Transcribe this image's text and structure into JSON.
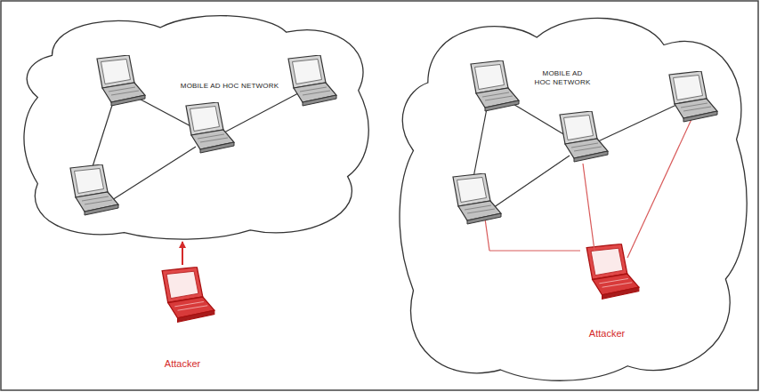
{
  "diagram": {
    "nodes": [
      {
        "text": [
          "MOBILE AD HOC NETWORK"
        ]
      },
      {
        "text": [
          "Attacker"
        ]
      },
      {
        "text": [
          "MOBILE AD HOC NETWORK"
        ]
      },
      {
        "text": [
          "Attacker"
        ],
        "in": 2
      }
    ],
    "edges": [
      {
        "from": 1,
        "to": 0,
        "arrow": "to"
      }
    ]
  }
}
